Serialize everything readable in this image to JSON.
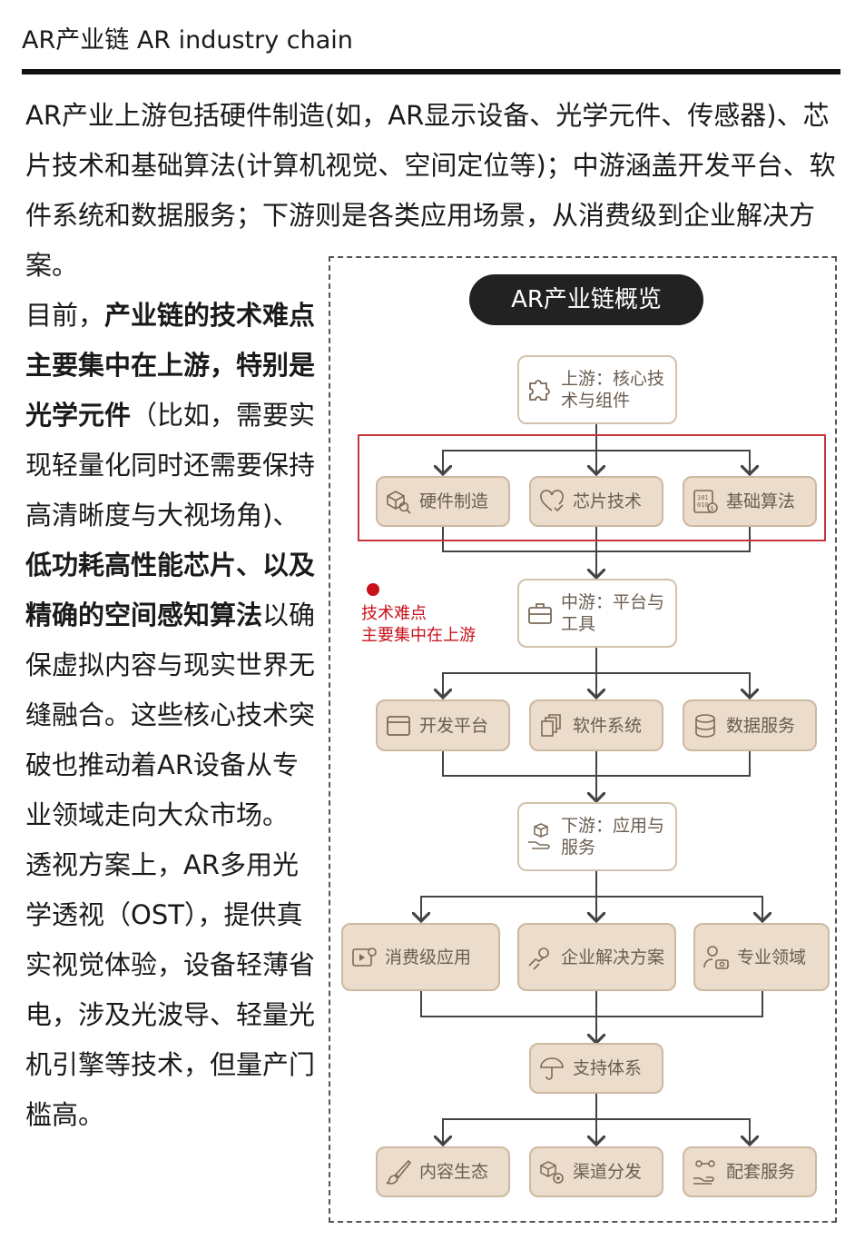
{
  "header": {
    "title": "AR产业链 AR industry chain"
  },
  "intro": "AR产业上游包括硬件制造(如，AR显示设备、光学元件、传感器)、芯片技术和基础算法(计算机视觉、空间定位等)；中游涵盖开发平台、软件系统和数据服务；下游则是各类应用场景，从消费级到企业解决方案。",
  "body": {
    "s1": "目前，",
    "b1": "产业链的技术难点主要集中在上游，特别是光学元件",
    "s2": "（比如，需要实现轻量化同时还需要保持高清晰度与大视场角)、",
    "b2": "低功耗高性能芯片、以及精确的空间感知算法",
    "s3": "以确保虚拟内容与现实世界无缝融合。这些核心技术突破也推动着AR设备从专业领域走向大众市场。",
    "s4": "透视方案上，AR多用光学透视（OST），提供真实视觉体验，设备轻薄省电，涉及光波导、轻量光机引擎等技术，但量产门槛高。"
  },
  "diagram": {
    "title": "AR产业链概览",
    "upstream": {
      "label": "上游：核心技术与组件",
      "icon": "puzzle-icon"
    },
    "upstream_items": [
      {
        "label": "硬件制造",
        "icon": "cube-search-icon"
      },
      {
        "label": "芯片技术",
        "icon": "heart-check-icon"
      },
      {
        "label": "基础算法",
        "icon": "binary-dollar-icon"
      }
    ],
    "midstream": {
      "label": "中游：平台与工具",
      "icon": "briefcase-icon"
    },
    "midstream_items": [
      {
        "label": "开发平台",
        "icon": "browser-window-icon"
      },
      {
        "label": "软件系统",
        "icon": "layers-icon"
      },
      {
        "label": "数据服务",
        "icon": "database-icon"
      }
    ],
    "downstream": {
      "label": "下游：应用与服务",
      "icon": "box-hand-icon"
    },
    "downstream_items": [
      {
        "label": "消费级应用",
        "icon": "video-gear-icon"
      },
      {
        "label": "企业解决方案",
        "icon": "handshake-gear-icon"
      },
      {
        "label": "专业领域",
        "icon": "person-camera-icon"
      }
    ],
    "support": {
      "label": "支持体系",
      "icon": "umbrella-icon"
    },
    "support_items": [
      {
        "label": "内容生态",
        "icon": "brush-icon"
      },
      {
        "label": "渠道分发",
        "icon": "cube-gear-icon"
      },
      {
        "label": "配套服务",
        "icon": "hand-network-icon"
      }
    ],
    "note": "技术难点\n主要集中在上游",
    "colors": {
      "node_fill": "#ecdccb",
      "node_border": "#d2c2ad",
      "highlight": "#c8101a"
    }
  }
}
